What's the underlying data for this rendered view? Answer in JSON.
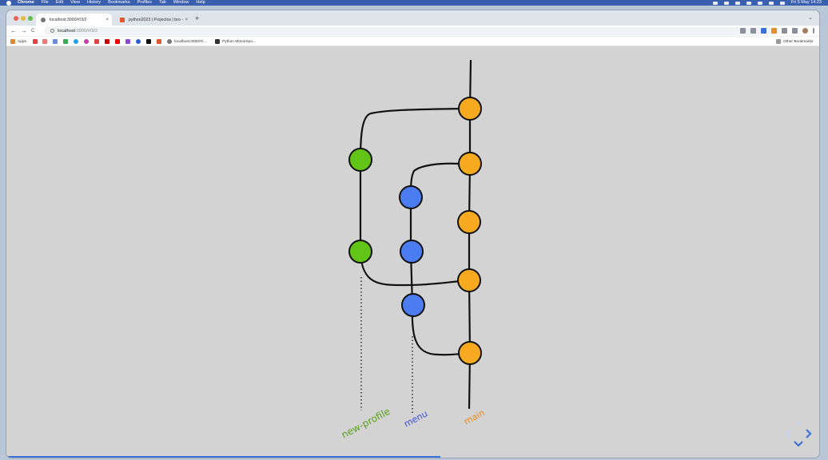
{
  "menubar": {
    "app": "Chrome",
    "items": [
      "File",
      "Edit",
      "View",
      "History",
      "Bookmarks",
      "Profiles",
      "Tab",
      "Window",
      "Help"
    ],
    "clock": "Fri 5 May  14:23"
  },
  "tabs": [
    {
      "label": "localhost:3000/#/3/2",
      "close": "×"
    },
    {
      "label": "python2023 | Projectos | bro··",
      "close": "×"
    }
  ],
  "toolbar": {
    "back": "←",
    "forward": "→",
    "reload": "C",
    "url_host": "localhost",
    "url_path": ":3000/#/3/2",
    "newtab": "+",
    "tabmenu": "⌄"
  },
  "bookmarks": {
    "apps": "Apps",
    "localhost": "localhost:3000/#/...",
    "python": "Python Monorepo...",
    "other": "Other Bookmarks"
  },
  "diagram": {
    "branches": [
      {
        "name": "new-profile",
        "color": "#5a9e1a",
        "node_color": "#63c418"
      },
      {
        "name": "menu",
        "color": "#3a50d8",
        "node_color": "#4b7df0"
      },
      {
        "name": "main",
        "color": "#e88a1e",
        "node_color": "#f7a91f"
      }
    ]
  },
  "colors": {
    "accent": "#3b73d8",
    "page_bg": "#d3d3d3"
  }
}
